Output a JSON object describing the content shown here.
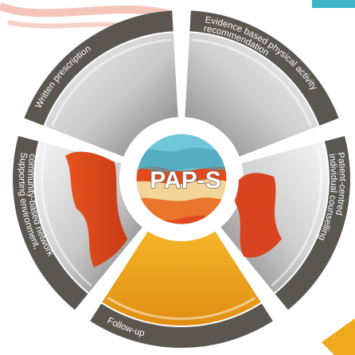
{
  "center": {
    "title": "PAP-S"
  },
  "segments": [
    {
      "id": "written-prescription",
      "label": "Written prescription"
    },
    {
      "id": "evidence-based",
      "label": "Evidence based physical activity",
      "label2": "recommendation"
    },
    {
      "id": "patient-centred",
      "label": "Patient-centred",
      "label2": "individual counselling"
    },
    {
      "id": "follow-up",
      "label": "Follow-up"
    },
    {
      "id": "supporting-environment",
      "label": "Supporting environment,",
      "label2": "community-based network"
    }
  ],
  "colors": {
    "ring": "#5b5650",
    "panel_light": "#f2f2f2",
    "panel_dark": "#8f8f8f",
    "accent_red": "#e04a1e",
    "accent_orange": "#f0a81c",
    "center_teal": "#6ec6d8",
    "center_sand": "#f3d59a",
    "center_orange": "#e9762a",
    "center_red": "#e04a1e"
  }
}
